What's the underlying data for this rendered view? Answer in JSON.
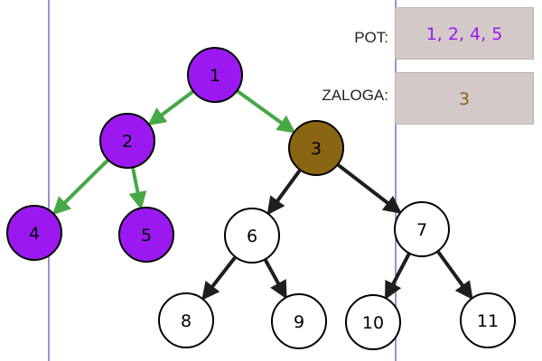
{
  "colors": {
    "visited_node": "#9b19f0",
    "current_node": "#8b6612",
    "unvisited_node": "#ffffff",
    "visited_edge": "#46a846",
    "unvisited_edge": "#1e1e1e",
    "guide_line": "#2a2aa8",
    "pot_value": "#9b19f0",
    "zaloga_value": "#8b6612"
  },
  "panel": {
    "pot_label": "POT:",
    "pot_value": "1, 2, 4, 5",
    "zaloga_label": "ZALOGA:",
    "zaloga_value": "3"
  },
  "tree": {
    "nodes": [
      {
        "id": "1",
        "label": "1",
        "state": "visited"
      },
      {
        "id": "2",
        "label": "2",
        "state": "visited"
      },
      {
        "id": "3",
        "label": "3",
        "state": "current"
      },
      {
        "id": "4",
        "label": "4",
        "state": "visited"
      },
      {
        "id": "5",
        "label": "5",
        "state": "visited"
      },
      {
        "id": "6",
        "label": "6",
        "state": "unvisited"
      },
      {
        "id": "7",
        "label": "7",
        "state": "unvisited"
      },
      {
        "id": "8",
        "label": "8",
        "state": "unvisited"
      },
      {
        "id": "9",
        "label": "9",
        "state": "unvisited"
      },
      {
        "id": "10",
        "label": "10",
        "state": "unvisited"
      },
      {
        "id": "11",
        "label": "11",
        "state": "unvisited"
      }
    ],
    "edges": [
      {
        "from": "1",
        "to": "2",
        "state": "visited"
      },
      {
        "from": "1",
        "to": "3",
        "state": "visited"
      },
      {
        "from": "2",
        "to": "4",
        "state": "visited"
      },
      {
        "from": "2",
        "to": "5",
        "state": "visited"
      },
      {
        "from": "3",
        "to": "6",
        "state": "unvisited"
      },
      {
        "from": "3",
        "to": "7",
        "state": "unvisited"
      },
      {
        "from": "6",
        "to": "8",
        "state": "unvisited"
      },
      {
        "from": "6",
        "to": "9",
        "state": "unvisited"
      },
      {
        "from": "7",
        "to": "10",
        "state": "unvisited"
      },
      {
        "from": "7",
        "to": "11",
        "state": "unvisited"
      }
    ]
  }
}
